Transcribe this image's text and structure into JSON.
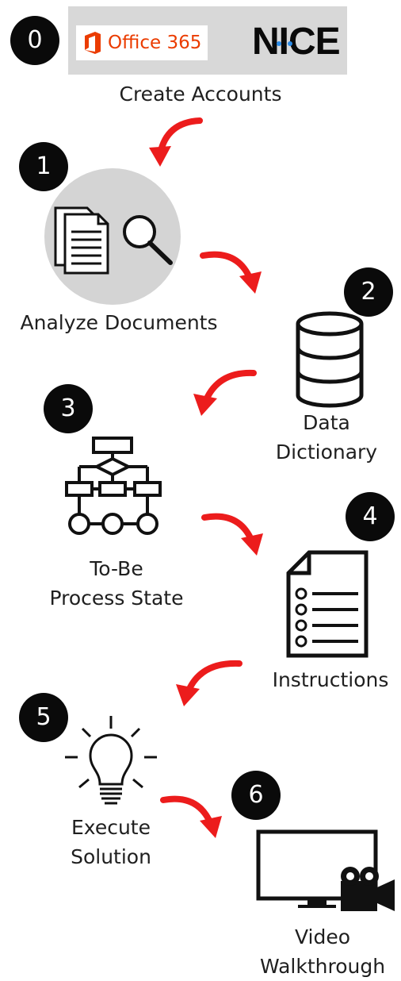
{
  "steps": [
    {
      "number": "0",
      "lines": [
        "Create Accounts"
      ]
    },
    {
      "number": "1",
      "lines": [
        "Analyze Documents"
      ]
    },
    {
      "number": "2",
      "lines": [
        "Data",
        "Dictionary"
      ]
    },
    {
      "number": "3",
      "lines": [
        "To-Be",
        "Process State"
      ]
    },
    {
      "number": "4",
      "lines": [
        "Instructions"
      ]
    },
    {
      "number": "5",
      "lines": [
        "Execute",
        "Solution"
      ]
    },
    {
      "number": "6",
      "lines": [
        "Video",
        "Walkthrough"
      ]
    }
  ],
  "logos": {
    "office365": {
      "text": "Office 365",
      "color": "#eb3c00"
    },
    "nice": {
      "text": "NICE",
      "color": "#0a0a0a",
      "accent": "#2a8be8"
    }
  },
  "colors": {
    "arrow": "#ec1c1c",
    "badge": "#0a0a0a",
    "logo_banner": "#d8d8d8",
    "doc_circle": "#d4d4d4"
  },
  "icons": [
    "office365-logo",
    "nice-logo",
    "documents-magnifier-icon",
    "database-icon",
    "flowchart-icon",
    "checklist-document-icon",
    "lightbulb-icon",
    "monitor-video-camera-icon",
    "red-curved-arrow-icon"
  ]
}
